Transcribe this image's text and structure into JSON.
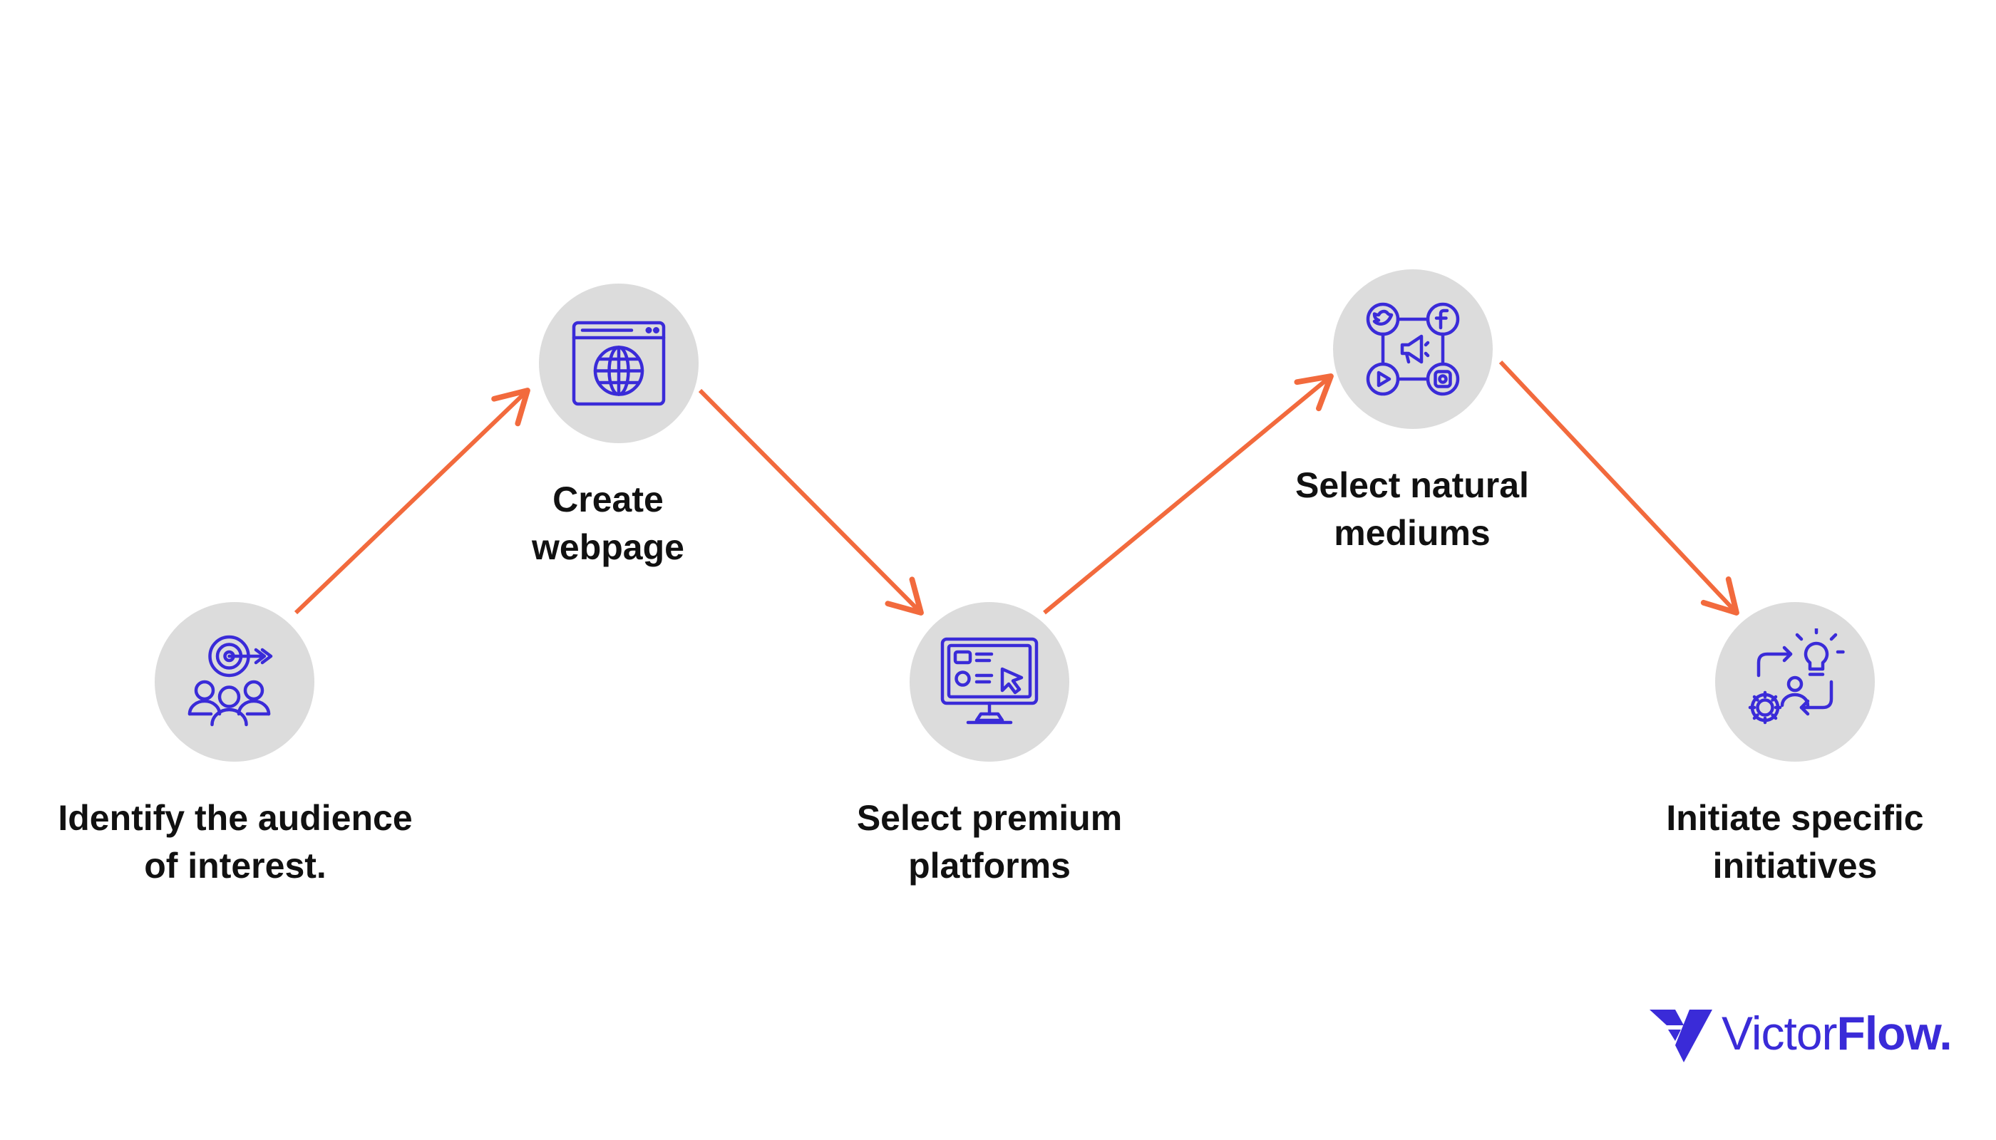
{
  "colors": {
    "arrow": "#f26a3d",
    "icon": "#3a2bd8",
    "circle": "#dcdcdc",
    "text": "#111111"
  },
  "steps": [
    {
      "icon": "audience-target-icon",
      "label_lines": [
        "Identify the audience",
        "of interest."
      ]
    },
    {
      "icon": "globe-webpage-icon",
      "label_lines": [
        "Create",
        "webpage"
      ]
    },
    {
      "icon": "monitor-dashboard-icon",
      "label_lines": [
        "Select premium",
        "platforms"
      ]
    },
    {
      "icon": "social-media-icon",
      "label_lines": [
        "Select natural",
        "mediums"
      ]
    },
    {
      "icon": "ideas-process-icon",
      "label_lines": [
        "Initiate specific",
        "initiatives"
      ]
    }
  ],
  "logo": {
    "text_regular": "Victor",
    "text_bold": "Flow."
  }
}
